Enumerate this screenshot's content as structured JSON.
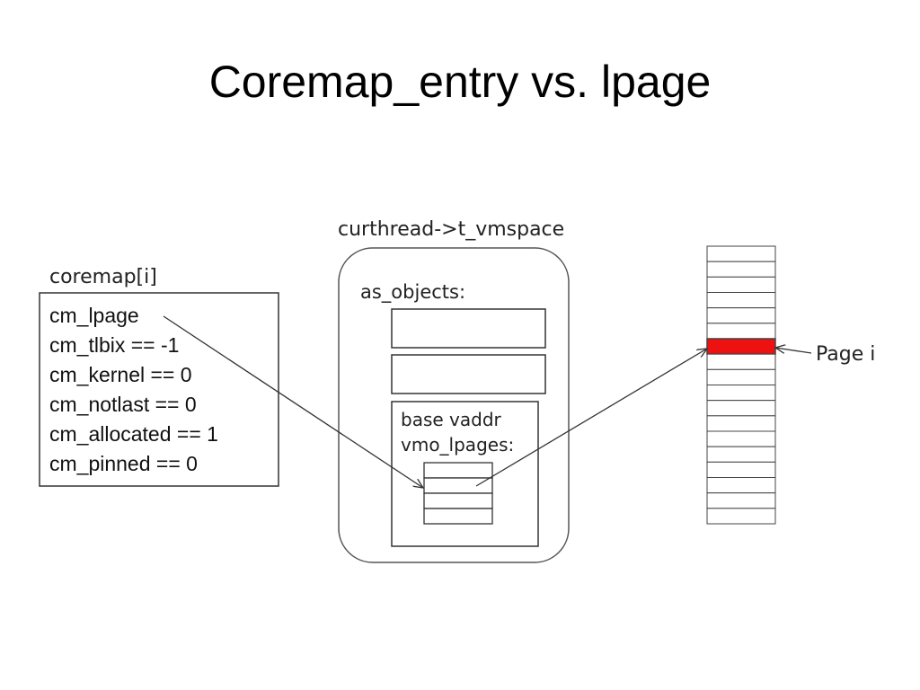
{
  "title": "Coremap_entry vs. lpage",
  "coremap": {
    "label": "coremap[i]",
    "fields": [
      "cm_lpage",
      "cm_tlbix == -1",
      "cm_kernel == 0",
      "cm_notlast == 0",
      "cm_allocated == 1",
      "cm_pinned == 0"
    ]
  },
  "vmspace": {
    "label": "curthread->t_vmspace",
    "objects_label": "as_objects:",
    "object": {
      "base_label": "base vaddr",
      "lpages_label": "vmo_lpages:"
    }
  },
  "physical": {
    "highlight_label": "Page i",
    "highlight_color": "#ee1111",
    "row_count": 18,
    "highlight_row": 6
  }
}
